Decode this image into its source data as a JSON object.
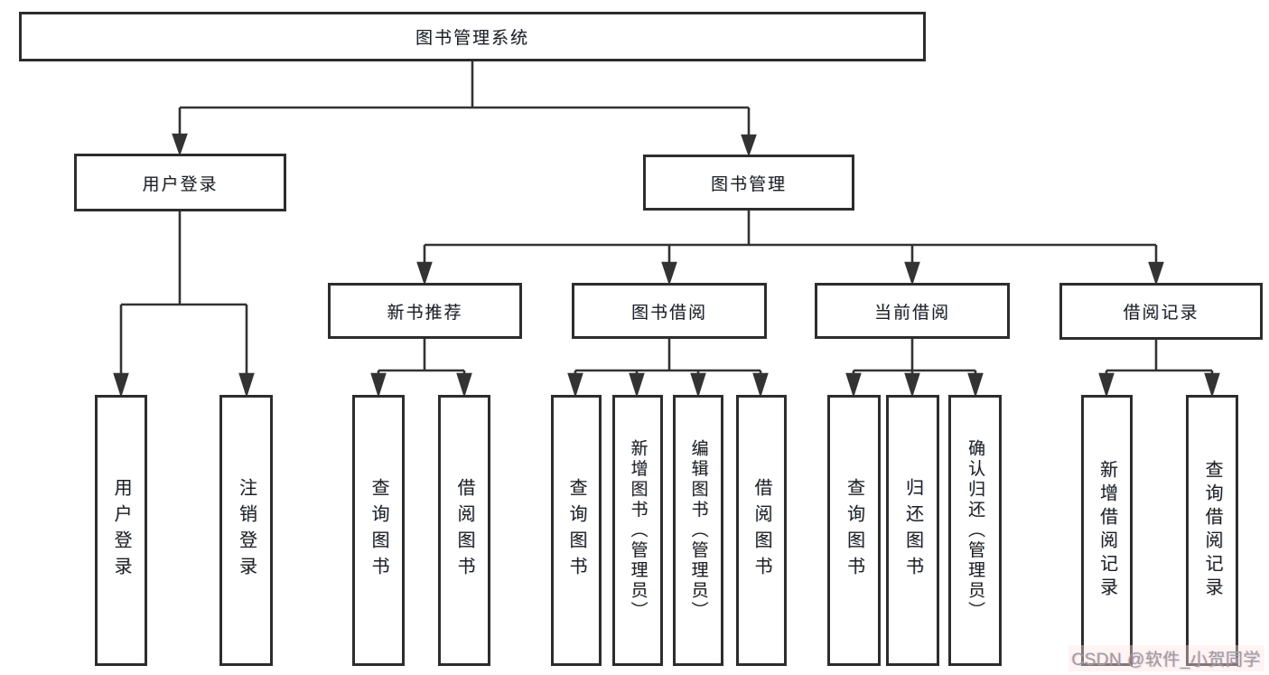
{
  "diagram": {
    "title": "图书管理系统",
    "nodes": {
      "root": {
        "label": "图书管理系统"
      },
      "user_login": {
        "label": "用户登录"
      },
      "book_mgmt": {
        "label": "图书管理"
      },
      "user_login_action": {
        "label": "用户登录"
      },
      "logout_action": {
        "label": "注销登录"
      },
      "new_book_rec": {
        "label": "新书推荐"
      },
      "book_borrow": {
        "label": "图书借阅"
      },
      "current_borrow": {
        "label": "当前借阅"
      },
      "borrow_record": {
        "label": "借阅记录"
      },
      "query_book_rec": {
        "label": "查询图书"
      },
      "borrow_book_rec": {
        "label": "借阅图书"
      },
      "query_book_borrow": {
        "label": "查询图书"
      },
      "add_book_admin": {
        "label": "新增图书（管理员）"
      },
      "edit_book_admin": {
        "label": "编辑图书（管理员）"
      },
      "borrow_book_borrow": {
        "label": "借阅图书"
      },
      "query_book_current": {
        "label": "查询图书"
      },
      "return_book": {
        "label": "归还图书"
      },
      "confirm_return_admin": {
        "label": "确认归还（管理员）"
      },
      "add_borrow_record": {
        "label": "新增借阅记录"
      },
      "query_borrow_record": {
        "label": "查询借阅记录"
      }
    },
    "edges": [
      [
        "root",
        "user_login"
      ],
      [
        "root",
        "book_mgmt"
      ],
      [
        "user_login",
        "user_login_action"
      ],
      [
        "user_login",
        "logout_action"
      ],
      [
        "book_mgmt",
        "new_book_rec"
      ],
      [
        "book_mgmt",
        "book_borrow"
      ],
      [
        "book_mgmt",
        "current_borrow"
      ],
      [
        "book_mgmt",
        "borrow_record"
      ],
      [
        "new_book_rec",
        "query_book_rec"
      ],
      [
        "new_book_rec",
        "borrow_book_rec"
      ],
      [
        "book_borrow",
        "query_book_borrow"
      ],
      [
        "book_borrow",
        "add_book_admin"
      ],
      [
        "book_borrow",
        "edit_book_admin"
      ],
      [
        "book_borrow",
        "borrow_book_borrow"
      ],
      [
        "current_borrow",
        "query_book_current"
      ],
      [
        "current_borrow",
        "return_book"
      ],
      [
        "current_borrow",
        "confirm_return_admin"
      ],
      [
        "borrow_record",
        "add_borrow_record"
      ],
      [
        "borrow_record",
        "query_borrow_record"
      ]
    ],
    "colors": {
      "line": "#333333",
      "box_border": "#2d2d2d",
      "text": "#1f1f1f",
      "background": "#ffffff",
      "watermark_text": "#9d9d9d"
    }
  },
  "watermark": {
    "text": "CSDN @软件_小贺同学"
  }
}
